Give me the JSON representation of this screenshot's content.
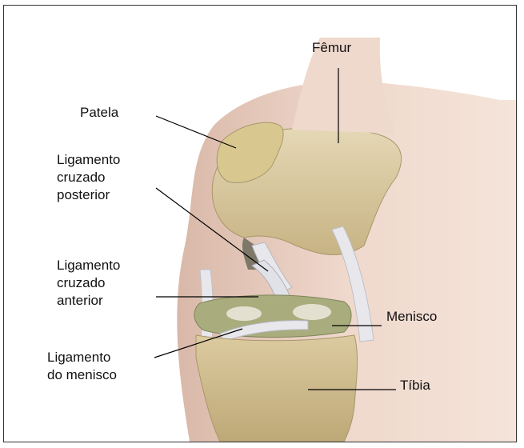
{
  "labels": {
    "femur": "Fêmur",
    "patela": "Patela",
    "lig_cruz_post": "Ligamento\ncruzado\nposterior",
    "lig_cruz_ant": "Ligamento\ncruzado\nanterior",
    "menisco": "Menisco",
    "lig_menisco": "Ligamento\ndo menisco",
    "tibia": "Tíbia"
  },
  "colors": {
    "skin": "#efd8cc",
    "skin_shadow": "#d9b8a8",
    "bone": "#d9c9a0",
    "bone_dark": "#b9a776",
    "ligament": "#e8e8ec",
    "meniscus": "#a9ad7d",
    "line": "#000000"
  }
}
